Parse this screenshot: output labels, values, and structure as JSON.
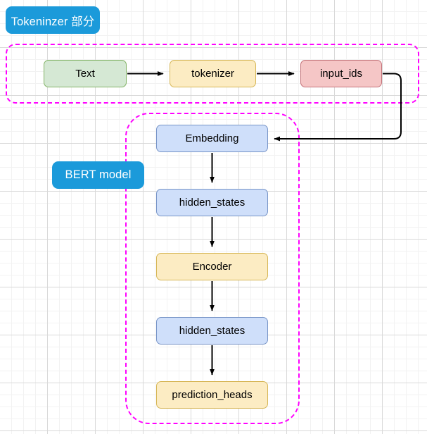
{
  "diagram": {
    "title_groups": {
      "tokenizer_tag": "Tokeninzer 部分",
      "bert_tag": "BERT model"
    },
    "nodes": {
      "text": "Text",
      "tokenizer": "tokenizer",
      "input_ids": "input_ids",
      "embedding": "Embedding",
      "hidden_states_1": "hidden_states",
      "encoder": "Encoder",
      "hidden_states_2": "hidden_states",
      "prediction_heads": "prediction_heads"
    },
    "colors": {
      "green_fill": "#d5e8d4",
      "green_border": "#82b366",
      "yellow_fill": "#fcecc3",
      "yellow_border": "#d6b656",
      "red_fill": "#f5c6c6",
      "red_border": "#c4737a",
      "blue_fill": "#cfdffa",
      "blue_border": "#7794c7",
      "tag_blue": "#1b9ada",
      "group_dashed": "#ff00ff",
      "edge": "#000000",
      "grid_minor": "#f2f2f2",
      "grid_major": "#d9d9d9"
    }
  }
}
